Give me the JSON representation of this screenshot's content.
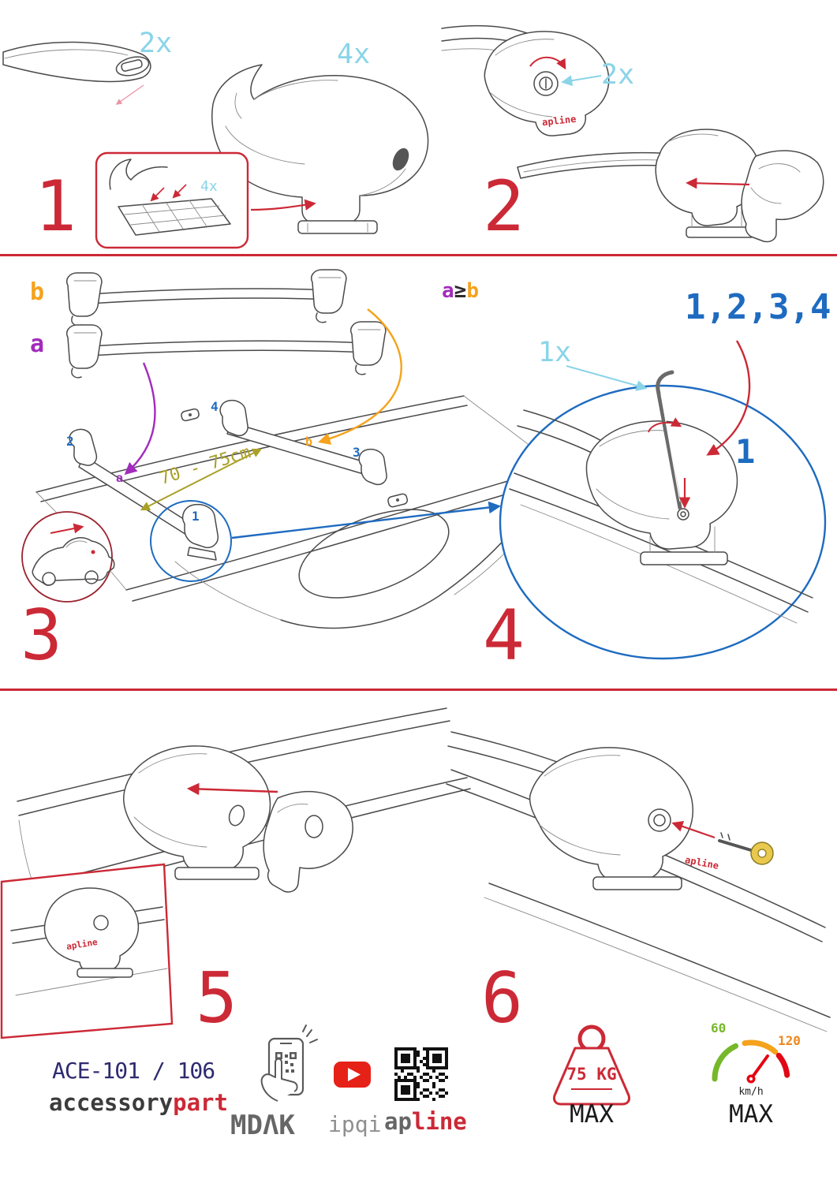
{
  "colors": {
    "accent_red": "#cc2936",
    "cyan": "#8ad4e8",
    "blue": "#1e6bc0",
    "purple": "#a22bbd",
    "orange": "#f5a21c",
    "olive": "#a9a028",
    "navy": "#2e2a70",
    "logo_gray": "#666666",
    "green": "#76b82a",
    "speed_orange": "#f0871a",
    "youtube_red": "#e62117"
  },
  "steps": {
    "s1": {
      "num": "1",
      "bar_qty": "2x",
      "foot_qty": "4x",
      "pad_qty": "4x"
    },
    "s2": {
      "num": "2",
      "lock_qty": "2x",
      "brand_badge": "apline"
    },
    "s3": {
      "num": "3",
      "bar_b_label": "b",
      "bar_a_label": "a",
      "rule_a": "a",
      "rule_op": "≥",
      "rule_b": "b",
      "distance": "70 - 75cm",
      "pos1": "1",
      "pos2": "2",
      "pos3": "3",
      "pos4": "4",
      "tag_a": "a",
      "tag_b": "b"
    },
    "s4": {
      "num": "4",
      "tool_qty": "1x",
      "order": "1,2,3,4",
      "first": "1"
    },
    "s5": {
      "num": "5",
      "brand_badge": "apline"
    },
    "s6": {
      "num": "6",
      "brand_badge": "apline"
    }
  },
  "footer": {
    "model": "ACE-101 / 106",
    "logo_accessory": "accessory",
    "logo_part": "part",
    "logo_mdak": "MDΛK",
    "logo_ipqi": "ipqi",
    "logo_ap": "ap",
    "logo_line": "line",
    "max_load": "75 KG",
    "max_load_label": "MAX",
    "speed_low": "60",
    "speed_high": "120",
    "speed_unit": "km/h",
    "speed_label": "MAX"
  }
}
